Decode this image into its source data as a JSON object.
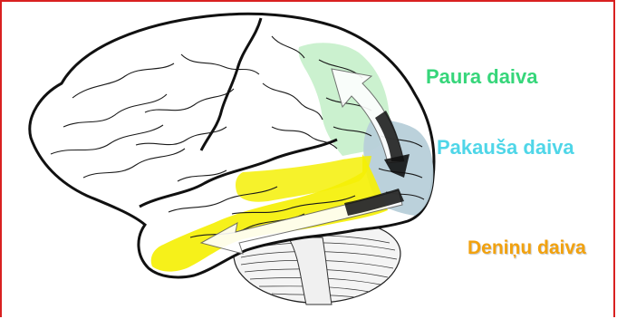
{
  "labels": {
    "parietal": "Paura daiva",
    "occipital": "Pakauša daiva",
    "temporal": "Deniņu daiva"
  },
  "colors": {
    "frame": "#d92020",
    "parietal": "#36d67a",
    "parietal_fill": "#c8f0cc",
    "occipital": "#4fd6e8",
    "occipital_fill": "#b7cfd9",
    "temporal": "#f2a20f",
    "temporal_fill": "#f5f006",
    "outline": "#111111"
  }
}
